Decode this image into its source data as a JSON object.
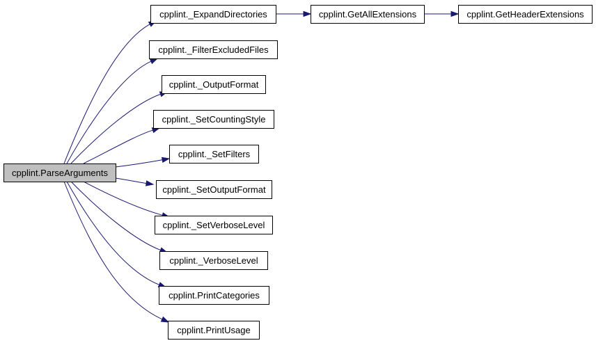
{
  "colors": {
    "root_fill": "#bfbfbf",
    "node_fill": "#ffffff",
    "border": "#000000",
    "edge": "#191970"
  },
  "nodes": {
    "parse_arguments": "cpplint.ParseArguments",
    "expand_directories": "cpplint._ExpandDirectories",
    "get_all_extensions": "cpplint.GetAllExtensions",
    "get_header_extensions": "cpplint.GetHeaderExtensions",
    "filter_excluded_files": "cpplint._FilterExcludedFiles",
    "output_format": "cpplint._OutputFormat",
    "set_counting_style": "cpplint._SetCountingStyle",
    "set_filters": "cpplint._SetFilters",
    "set_output_format": "cpplint._SetOutputFormat",
    "set_verbose_level": "cpplint._SetVerboseLevel",
    "verbose_level": "cpplint._VerboseLevel",
    "print_categories": "cpplint.PrintCategories",
    "print_usage": "cpplint.PrintUsage"
  },
  "edges": [
    {
      "from": "parse_arguments",
      "to": "expand_directories"
    },
    {
      "from": "parse_arguments",
      "to": "filter_excluded_files"
    },
    {
      "from": "parse_arguments",
      "to": "output_format"
    },
    {
      "from": "parse_arguments",
      "to": "set_counting_style"
    },
    {
      "from": "parse_arguments",
      "to": "set_filters"
    },
    {
      "from": "parse_arguments",
      "to": "set_output_format"
    },
    {
      "from": "parse_arguments",
      "to": "set_verbose_level"
    },
    {
      "from": "parse_arguments",
      "to": "verbose_level"
    },
    {
      "from": "parse_arguments",
      "to": "print_categories"
    },
    {
      "from": "parse_arguments",
      "to": "print_usage"
    },
    {
      "from": "expand_directories",
      "to": "get_all_extensions"
    },
    {
      "from": "get_all_extensions",
      "to": "get_header_extensions"
    }
  ]
}
